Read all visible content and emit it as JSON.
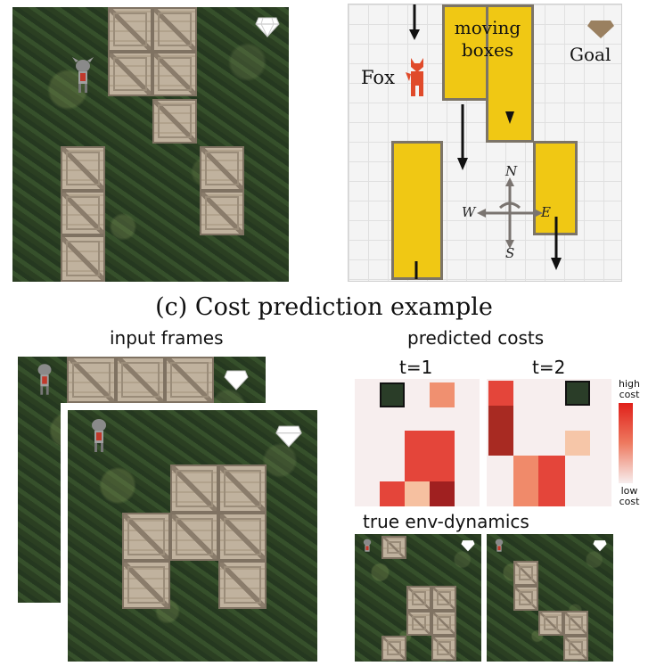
{
  "panel_c_title": "(c) Cost prediction example",
  "top_right": {
    "label_moving_boxes_line1": "moving",
    "label_moving_boxes_line2": "boxes",
    "label_goal": "Goal",
    "label_fox": "Fox",
    "compass": {
      "n": "N",
      "s": "S",
      "w": "W",
      "e": "E"
    }
  },
  "headings": {
    "input_frames": "input frames",
    "predicted_costs": "predicted costs",
    "t1": "t=1",
    "t2": "t=2",
    "true_env_dynamics": "true env-dynamics"
  },
  "colorbar": {
    "high": "high",
    "low": "low",
    "cost_word": "cost",
    "top_color": "#e0201a",
    "bottom_color": "#f7eeee"
  },
  "colors": {
    "box_yellow": "#f0c814",
    "fox_red": "#e04a2a",
    "gem": "#9a8060"
  }
}
